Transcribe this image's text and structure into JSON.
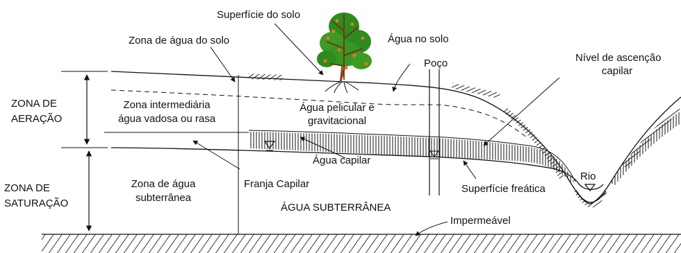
{
  "labels": {
    "soil_surface": "Superfície do solo",
    "soil_water_zone": "Zona de água do solo",
    "soil_water": "Água no solo",
    "well": "Poço",
    "capillary_rise_level_1": "Nível de ascenção",
    "capillary_rise_level_2": "capilar",
    "aeration_zone_1": "ZONA DE",
    "aeration_zone_2": "AERAÇÃO",
    "intermediate_zone_1": "Zona intermediária",
    "intermediate_zone_2": "água vadosa ou rasa",
    "pellicular_water_1": "Água pelicular e",
    "pellicular_water_2": "gravitacional",
    "capillary_water": "Água capilar",
    "saturation_zone_1": "ZONA DE",
    "saturation_zone_2": "SATURAÇÃO",
    "groundwater_zone_1": "Zona de água",
    "groundwater_zone_2": "subterrânea",
    "capillary_fringe": "Franja Capilar",
    "water_table": "Superfície freática",
    "river": "Rio",
    "groundwater": "ÁGUA SUBTERRÂNEA",
    "impermeable": "Impermeável"
  },
  "colors": {
    "line": "#111111",
    "tree_foliage": "#2e8b1f",
    "tree_trunk": "#8b4513",
    "tree_fruit": "#e07b20"
  }
}
